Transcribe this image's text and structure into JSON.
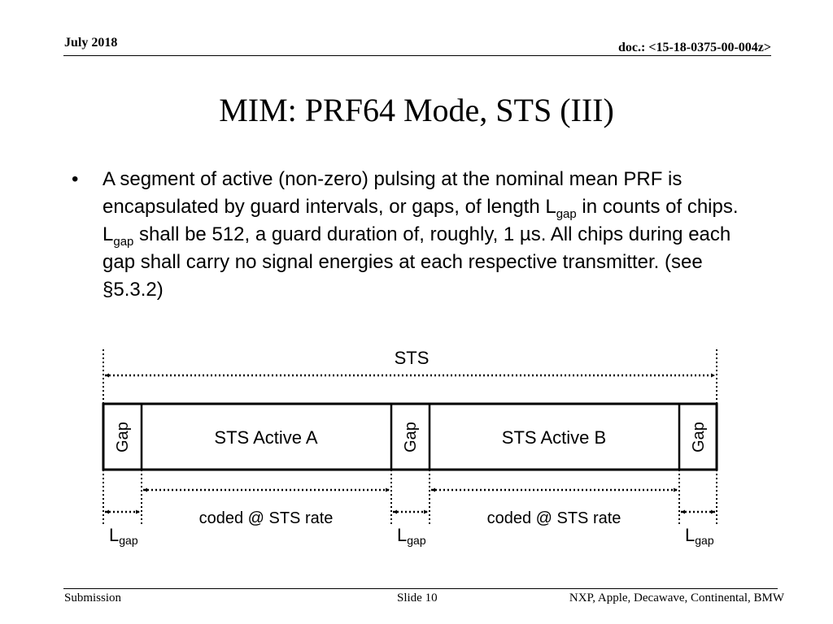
{
  "header": {
    "date": "July 2018",
    "doc": "doc.: <15-18-0375-00-004z>"
  },
  "title": "MIM: PRF64 Mode, STS (III)",
  "bullet": {
    "marker": "•",
    "text_1": "A segment of active (non-zero) pulsing at the nominal mean PRF is encapsulated by guard intervals, or gaps, of length L",
    "sub_1": "gap",
    "text_2": " in counts of chips. L",
    "sub_2": "gap",
    "text_3": " shall be 512, a guard duration of, roughly, 1 µs. All chips during each gap shall carry no signal energies at each respective transmitter. (see §5.3.2)"
  },
  "diagram": {
    "sts_label": "STS",
    "gap_label": "Gap",
    "active_a": "STS Active A",
    "active_b": "STS Active B",
    "coded_label": "coded @ STS rate",
    "lgap_main": "L",
    "lgap_sub": "gap"
  },
  "footer": {
    "left": "Submission",
    "middle": "Slide 10",
    "right": "NXP, Apple, Decawave, Continental, BMW"
  }
}
